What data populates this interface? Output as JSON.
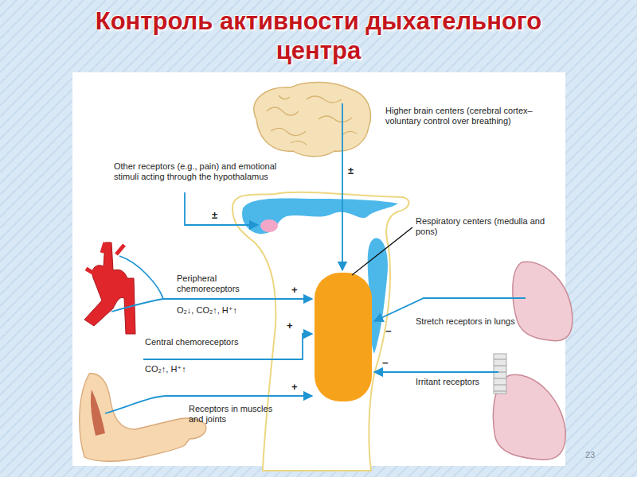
{
  "diagram": {
    "title": "Контроль активности дыхательного центра",
    "labels": [
      "Higher brain centers (cerebral cortex–voluntary control over breathing)",
      "±",
      "Other receptors (e.g., pain) and emotional stimuli acting through the hypothalamus",
      "±",
      "Respiratory centers (medulla and pons)",
      "Peripheral chemoreceptors",
      "O₂↓, CO₂↑, H⁺↑",
      "+",
      "+",
      "Central chemoreceptors",
      "CO₂↑, H⁺↑",
      "+",
      "Receptors in muscles and joints",
      "−",
      "Stretch receptors in lungs",
      "−",
      "Irritant receptors",
      "23"
    ]
  }
}
